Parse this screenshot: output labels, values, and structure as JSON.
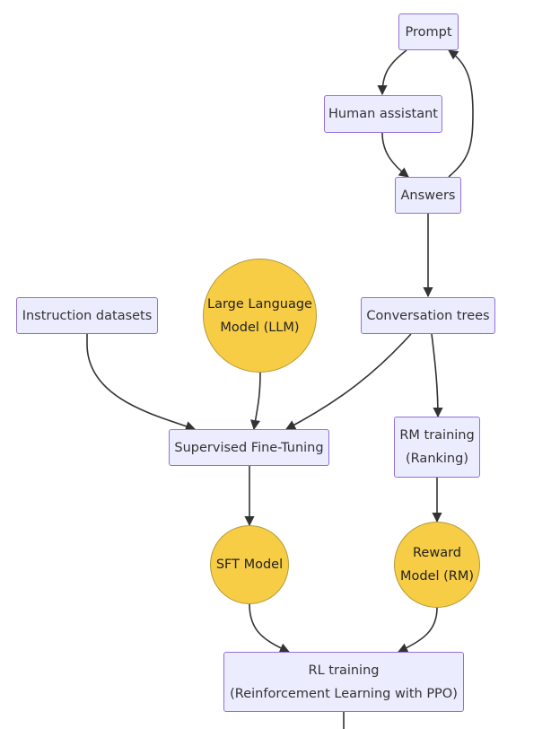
{
  "nodes": {
    "prompt": "Prompt",
    "human_assistant": "Human assistant",
    "answers": "Answers",
    "instruction_datasets": "Instruction datasets",
    "llm": [
      "Large Language",
      "Model (LLM)"
    ],
    "conversation_trees": "Conversation trees",
    "sft": "Supervised Fine-Tuning",
    "rm_training": [
      "RM training",
      "(Ranking)"
    ],
    "sft_model": "SFT Model",
    "reward_model": [
      "Reward",
      "Model (RM)"
    ],
    "rl_training": [
      "RL training",
      "(Reinforcement Learning with PPO)"
    ]
  },
  "colors": {
    "box_fill": "#ECECFF",
    "box_border": "#9370DB",
    "circle_fill": "#F7CD46",
    "edge": "#333333"
  }
}
